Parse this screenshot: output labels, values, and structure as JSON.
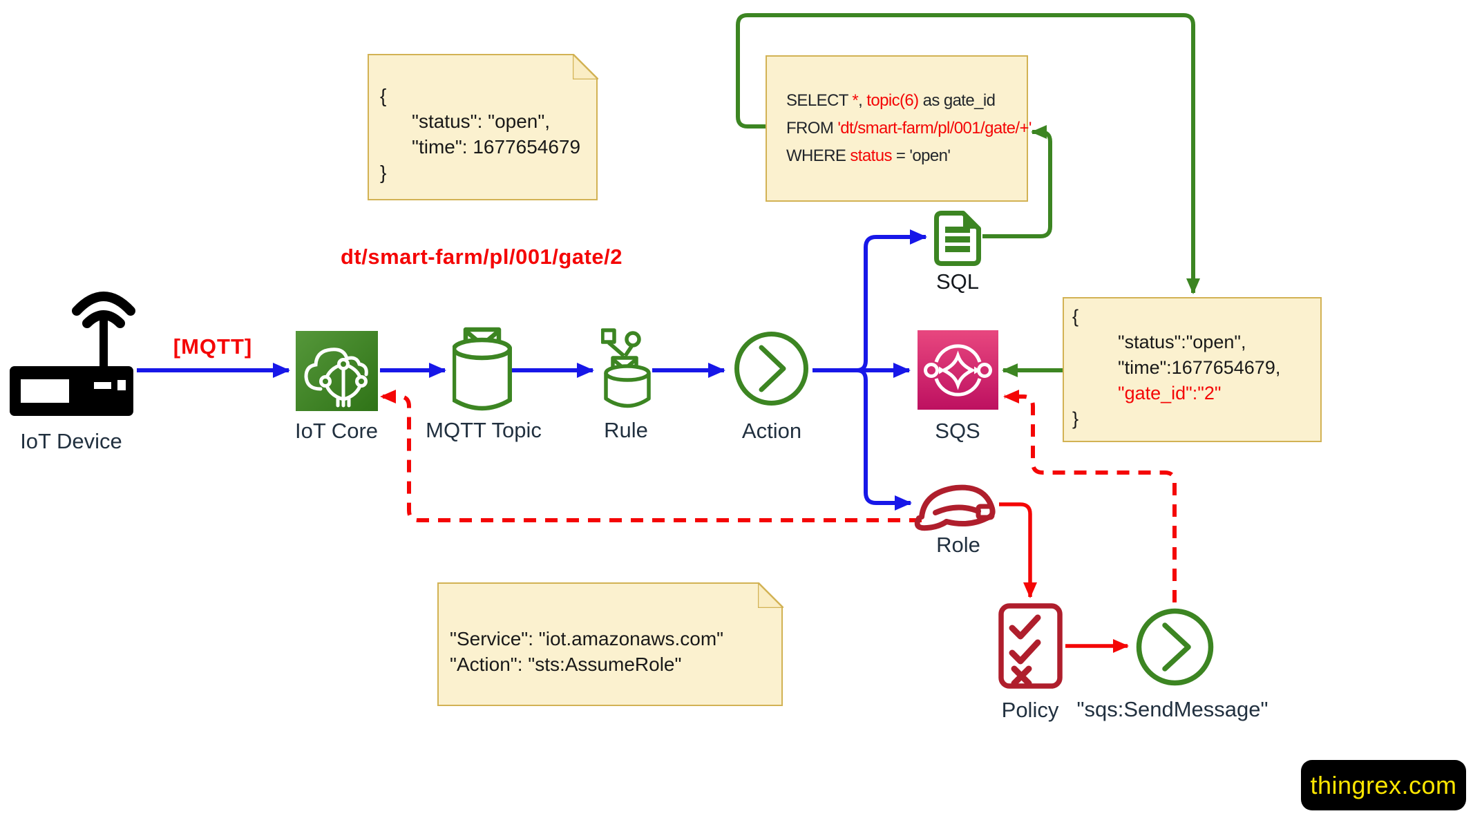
{
  "nodes": {
    "iot_device": "IoT Device",
    "iot_core": "IoT Core",
    "mqtt_topic": "MQTT Topic",
    "rule": "Rule",
    "action": "Action",
    "sql": "SQL",
    "sqs": "SQS",
    "role": "Role",
    "policy": "Policy",
    "send_message": "\"sqs:SendMessage\""
  },
  "edge_labels": {
    "mqtt": "[MQTT]",
    "topic": "dt/smart-farm/pl/001/gate/2"
  },
  "notes": {
    "payload": {
      "l1": "{",
      "l2": "\"status\": \"open\",",
      "l3": "\"time\": 1677654679",
      "l4": "}"
    },
    "query": {
      "l1a": "SELECT ",
      "l1b": "*",
      "l1c": ", ",
      "l1d": "topic(6)",
      "l1e": " as gate_id",
      "l2a": "FROM ",
      "l2b": "'dt/smart-farm/pl/001/gate/+'",
      "l3a": "WHERE ",
      "l3b": "status",
      "l3c": " = 'open'"
    },
    "result": {
      "l1": "{",
      "l2": "\"status\":\"open\",",
      "l3": "\"time\":1677654679,",
      "l4": "\"gate_id\":\"2\"",
      "l5": "}"
    },
    "trust": {
      "l1": "\"Service\": \"iot.amazonaws.com\"",
      "l2": "\"Action\": \"sts:AssumeRole\""
    }
  },
  "badge": {
    "text": "thingrex.com"
  },
  "colors": {
    "blue_line": "#1717E8",
    "green": "#3C8522",
    "red_line": "#F40606",
    "dark_red": "#AF1E2C",
    "sqs_pink_top": "#E8477F",
    "sqs_pink_bottom": "#BD1060",
    "iot_green_top": "#55973A",
    "iot_green_bottom": "#2F7317",
    "note_bg": "#FBF1CF",
    "note_border": "#D2B254",
    "label_text": "#21303F",
    "badge_bg": "#000000",
    "badge_text": "#FFE600"
  }
}
